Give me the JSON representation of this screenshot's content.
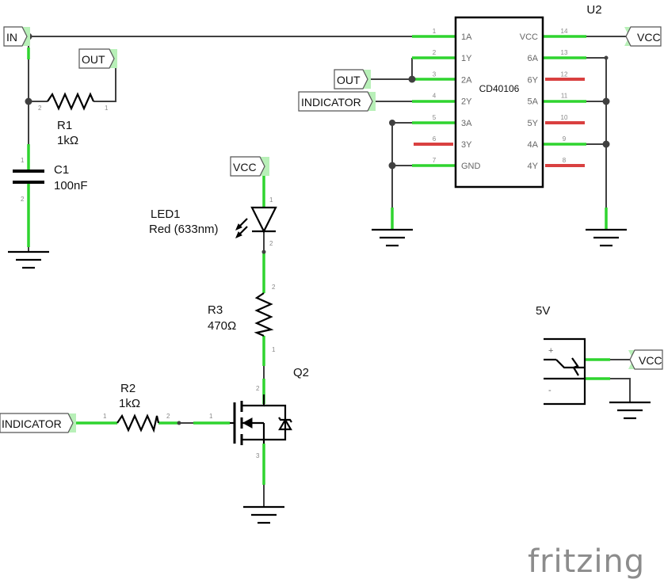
{
  "nets": {
    "in": "IN",
    "out_r1": "OUT",
    "out_u2": "OUT",
    "indicator_u2": "INDICATOR",
    "indicator_r2": "INDICATOR",
    "vcc_u2": "VCC",
    "vcc_led": "VCC",
    "vcc_supply": "VCC"
  },
  "parts": {
    "r1": {
      "ref": "R1",
      "value": "1kΩ"
    },
    "c1": {
      "ref": "C1",
      "value": "100nF"
    },
    "led1": {
      "ref": "LED1",
      "value": "Red (633nm)"
    },
    "r3": {
      "ref": "R3",
      "value": "470Ω"
    },
    "r2": {
      "ref": "R2",
      "value": "1kΩ"
    },
    "q2": {
      "ref": "Q2"
    },
    "u2": {
      "ref": "U2",
      "part": "CD40106"
    },
    "supply": {
      "ref": "5V"
    }
  },
  "u2_pins": {
    "left": [
      {
        "num": "1",
        "name": "1A"
      },
      {
        "num": "2",
        "name": "1Y"
      },
      {
        "num": "3",
        "name": "2A"
      },
      {
        "num": "4",
        "name": "2Y"
      },
      {
        "num": "5",
        "name": "3A"
      },
      {
        "num": "6",
        "name": "3Y"
      },
      {
        "num": "7",
        "name": "GND"
      }
    ],
    "right": [
      {
        "num": "14",
        "name": "VCC"
      },
      {
        "num": "13",
        "name": "6A"
      },
      {
        "num": "12",
        "name": "6Y"
      },
      {
        "num": "11",
        "name": "5A"
      },
      {
        "num": "10",
        "name": "5Y"
      },
      {
        "num": "9",
        "name": "4A"
      },
      {
        "num": "8",
        "name": "4Y"
      }
    ]
  },
  "pin_numbers": {
    "r1_1": "1",
    "r1_2": "2",
    "c1_1": "1",
    "c1_2": "2",
    "led1_1": "1",
    "led1_2": "2",
    "r3_1": "1",
    "r3_2": "2",
    "r2_1": "1",
    "r2_2": "2",
    "q2_1": "1",
    "q2_2": "2",
    "q2_3": "3"
  },
  "supply_marks": {
    "plus": "+",
    "minus": "-"
  },
  "brand": "fritzing",
  "colors": {
    "pin_connected": "#2fd42f",
    "pin_unconnected": "#d94040",
    "wire": "#404040"
  }
}
